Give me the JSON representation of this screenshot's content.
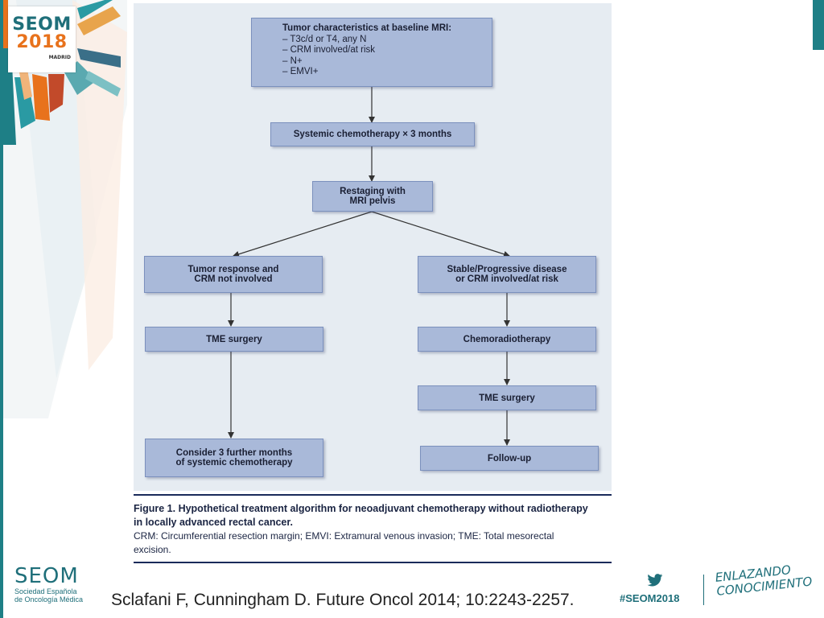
{
  "branding": {
    "event_logo": {
      "line1": "SEOM",
      "line2": "2018",
      "line3": "MADRID"
    },
    "society_logo": {
      "name": "SEOM",
      "subtitle_line1": "Sociedad  Española",
      "subtitle_line2": "de Oncología Médica"
    },
    "hashtag": "#SEOM2018",
    "tagline_line1": "ENLAZANDO",
    "tagline_line2": "CONOCIMIENTO",
    "colors": {
      "teal": "#1e7f86",
      "orange": "#e8721c",
      "node_fill": "#a9b9d9",
      "node_border": "#7b90bd",
      "figure_bg": "#e6ecf2"
    }
  },
  "flowchart": {
    "nodes": {
      "baseline": {
        "title": "Tumor characteristics at baseline MRI:",
        "items": [
          "– T3c/d or T4, any N",
          "– CRM involved/at risk",
          "– N+",
          "– EMVI+"
        ]
      },
      "chemo": {
        "label": "Systemic chemotherapy × 3 months"
      },
      "restaging": {
        "line1": "Restaging with",
        "line2": "MRI pelvis"
      },
      "response": {
        "line1": "Tumor response and",
        "line2": "CRM not involved"
      },
      "progressive": {
        "line1": "Stable/Progressive disease",
        "line2": "or CRM involved/at risk"
      },
      "tme_left": {
        "label": "TME surgery"
      },
      "chemoradio": {
        "label": "Chemoradiotherapy"
      },
      "tme_right": {
        "label": "TME surgery"
      },
      "further_chemo": {
        "line1": "Consider 3 further months",
        "line2": "of systemic chemotherapy"
      },
      "followup": {
        "label": "Follow-up"
      }
    }
  },
  "caption": {
    "title_line1": "Figure 1. Hypothetical treatment algorithm for neoadjuvant chemotherapy without radiotherapy",
    "title_line2": "in locally advanced rectal cancer.",
    "abbr_line1": "CRM: Circumferential resection margin; EMVI: Extramural venous invasion; TME: Total mesorectal",
    "abbr_line2": "excision."
  },
  "citation": "Sclafani F, Cunningham D. Future Oncol 2014; 10:2243-2257."
}
